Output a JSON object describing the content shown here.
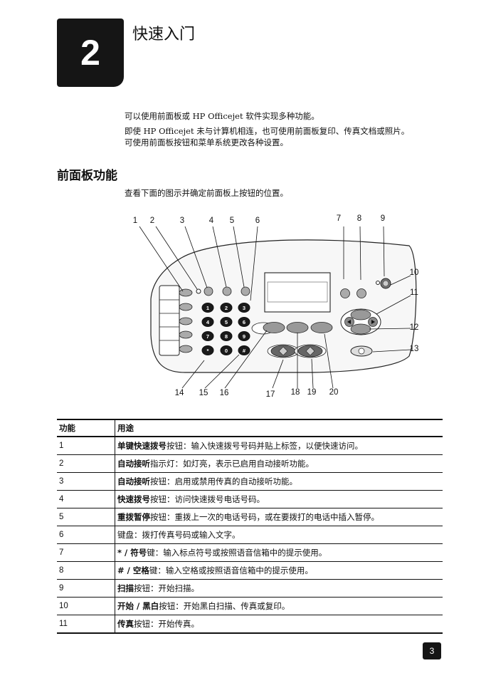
{
  "chapter": {
    "number": "2",
    "title": "快速入门"
  },
  "intro": {
    "line1": "可以使用前面板或 HP Officejet 软件实现多种功能。",
    "line2": "即使 HP Officejet 未与计算机相连，也可使用前面板复印、传真文档或照片。",
    "line3": "可使用前面板按钮和菜单系统更改各种设置。"
  },
  "section": {
    "title": "前面板功能",
    "intro": "查看下面的图示并确定前面板上按钮的位置。"
  },
  "diagram": {
    "labels": [
      "1",
      "2",
      "3",
      "4",
      "5",
      "6",
      "7",
      "8",
      "9",
      "10",
      "11",
      "12",
      "13",
      "14",
      "15",
      "16",
      "17",
      "18",
      "19",
      "20"
    ],
    "keypad": [
      "1",
      "2",
      "3",
      "4",
      "5",
      "6",
      "7",
      "8",
      "9",
      "*",
      "0",
      "#"
    ]
  },
  "table": {
    "header": {
      "col1": "功能",
      "col2": "用途"
    },
    "rows": [
      {
        "num": "1",
        "name": "单键快速拨号",
        "desc": "按钮：输入快速拨号号码并贴上标签，以便快速访问。"
      },
      {
        "num": "2",
        "name": "自动接听",
        "desc": "指示灯：如灯亮，表示已启用自动接听功能。"
      },
      {
        "num": "3",
        "name": "自动接听",
        "desc": "按钮：启用或禁用传真的自动接听功能。"
      },
      {
        "num": "4",
        "name": "快速拨号",
        "desc": "按钮：访问快速拨号电话号码。"
      },
      {
        "num": "5",
        "name": "重拨暂停",
        "desc": "按钮：重拨上一次的电话号码，或在要拨打的电话中插入暂停。"
      },
      {
        "num": "6",
        "name": "",
        "desc": "键盘：拨打传真号码或输入文字。"
      },
      {
        "num": "7",
        "name": "* / 符号",
        "desc": "键：输入标点符号或按照语音信箱中的提示使用。"
      },
      {
        "num": "8",
        "name": "# / 空格",
        "desc": "键：输入空格或按照语音信箱中的提示使用。"
      },
      {
        "num": "9",
        "name": "扫描",
        "desc": "按钮：开始扫描。"
      },
      {
        "num": "10",
        "name": "开始 / 黑白",
        "desc": "按钮：开始黑白扫描、传真或复印。"
      },
      {
        "num": "11",
        "name": "传真",
        "desc": "按钮：开始传真。"
      }
    ]
  },
  "page_number": "3"
}
